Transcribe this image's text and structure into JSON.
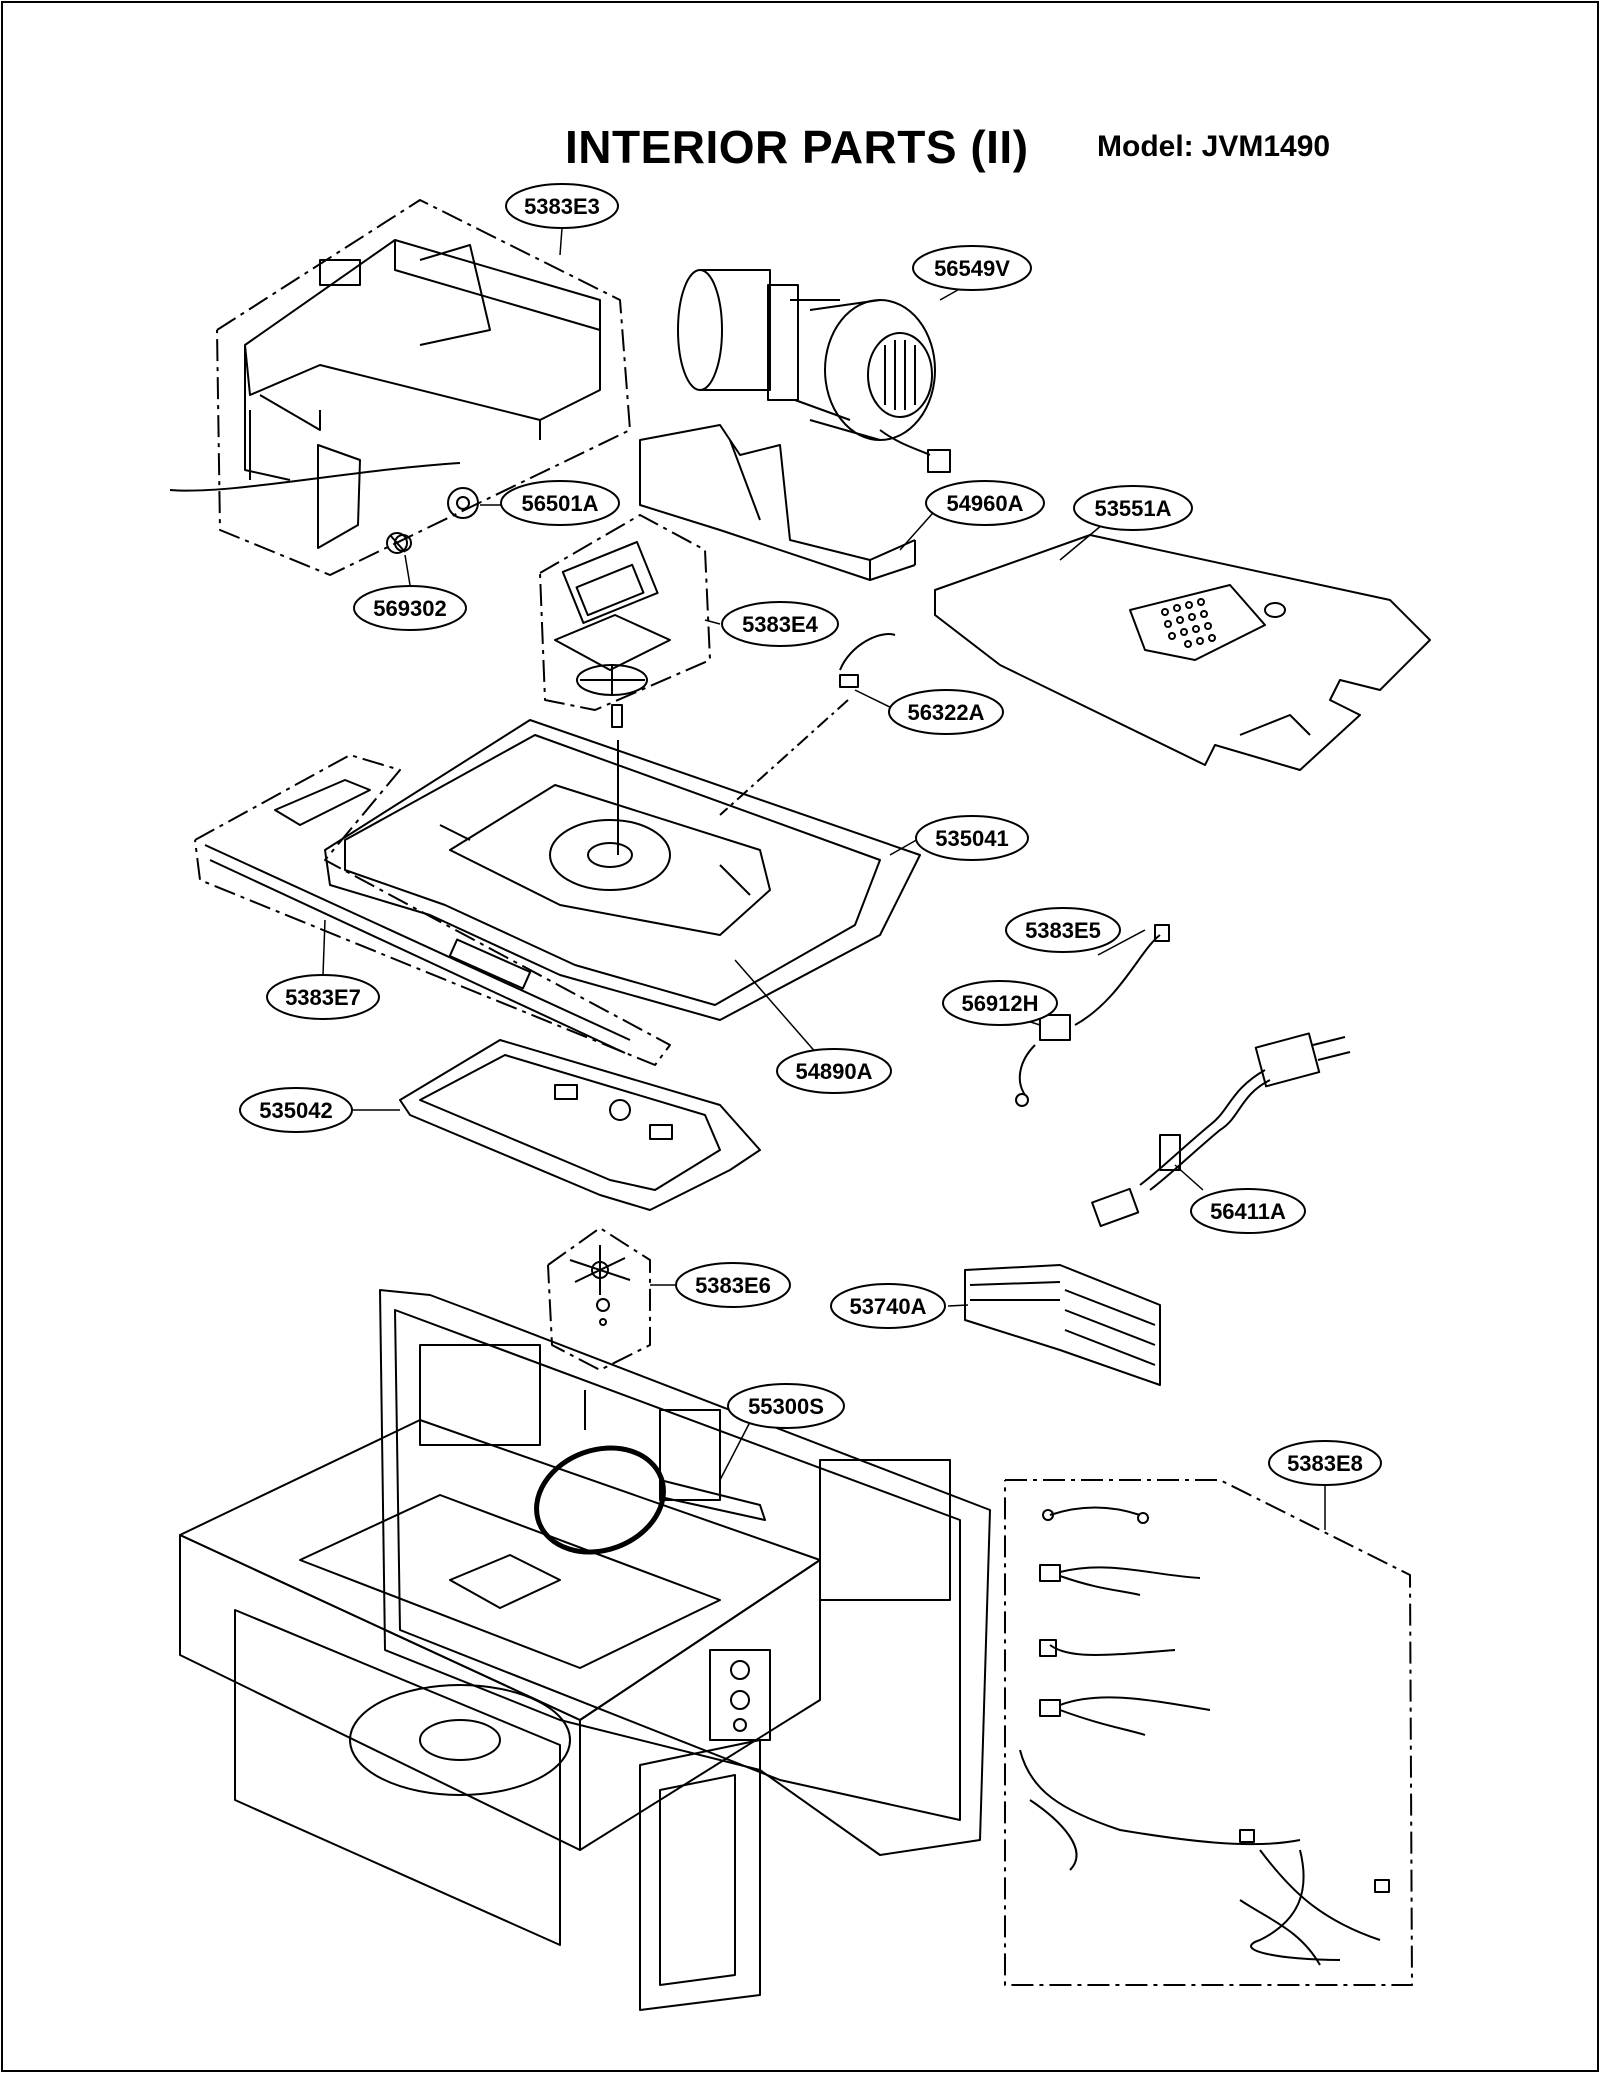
{
  "header": {
    "title": "INTERIOR PARTS (II)",
    "model_label": "Model:",
    "model_value": "JVM1490"
  },
  "parts": [
    "5383E3",
    "56549V",
    "56501A",
    "54960A",
    "53551A",
    "569302",
    "5383E4",
    "56322A",
    "535041",
    "5383E5",
    "5383E7",
    "56912H",
    "54890A",
    "535042",
    "56411A",
    "5383E6",
    "53740A",
    "55300S",
    "5383E8"
  ],
  "colors": {
    "line": "#000000",
    "background": "#ffffff"
  }
}
